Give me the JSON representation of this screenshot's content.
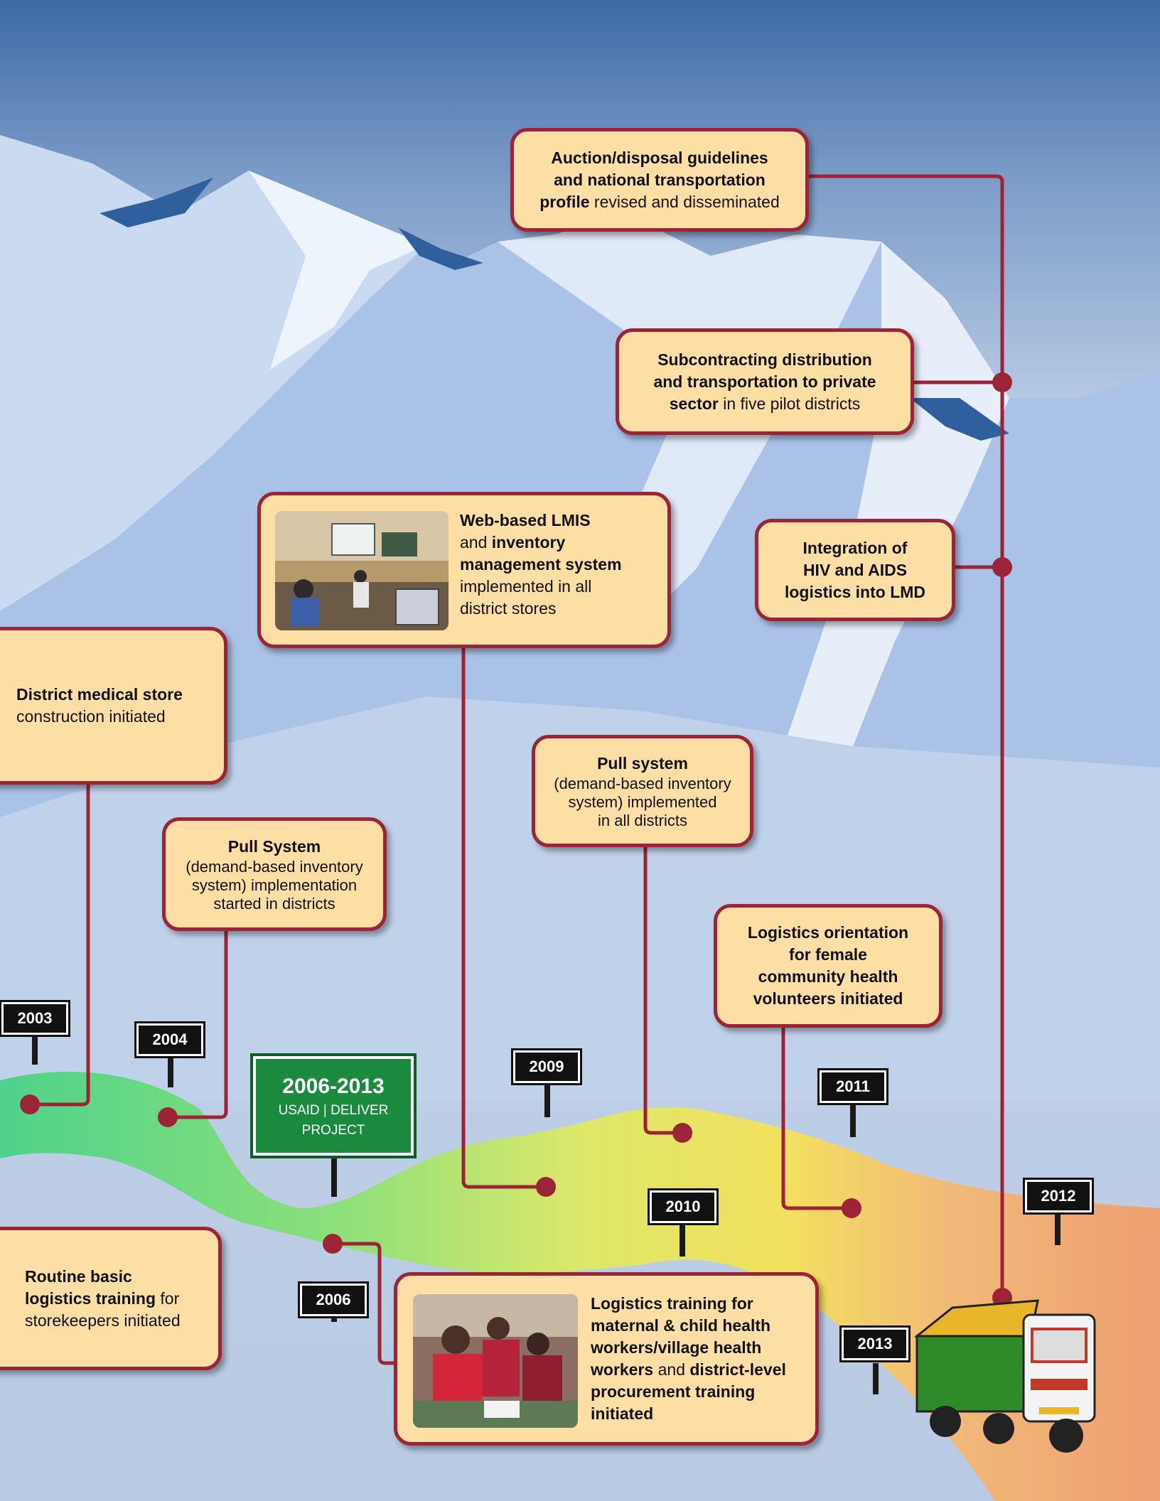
{
  "cards": {
    "auction": {
      "line1": "Auction/disposal guidelines",
      "line2": "and national transportation",
      "bold3": "profile",
      "rest3": " revised and disseminated"
    },
    "subcontract": {
      "line1": "Subcontracting distribution",
      "line2": "and transportation to private",
      "bold3": "sector",
      "rest3": " in five pilot districts"
    },
    "hiv": {
      "line1": "Integration of",
      "line2": "HIV and AIDS",
      "line3": "logistics into LMD"
    },
    "lmis": {
      "bold1": "Web-based LMIS",
      "pre2": "and ",
      "bold2": "inventory",
      "bold3": "management system",
      "line4": "implemented in all",
      "line5": "district stores"
    },
    "district_store": {
      "bold": "District medical store",
      "rest": "construction initiated"
    },
    "pull_districts": {
      "title": "Pull System",
      "line2": "(demand-based inventory",
      "line3": "system) implementation",
      "line4": "started in districts"
    },
    "pull_all": {
      "title": "Pull system",
      "line2": "(demand-based inventory",
      "line3": "system) implemented",
      "line4": "in all districts"
    },
    "female_chv": {
      "line1": "Logistics orientation",
      "line2": "for female",
      "line3": "community health",
      "line4": "volunteers initiated"
    },
    "routine": {
      "bold1": "Routine basic",
      "bold2": "logistics training",
      "rest2": " for",
      "line3": "storekeepers initiated"
    },
    "mch": {
      "bold1": "Logistics training for",
      "bold2": "maternal & child health",
      "bold3": "workers/village health",
      "bold4": "workers",
      "mid4": " and ",
      "bold4b": "district-level",
      "bold5": "procurement training",
      "bold6": "initiated"
    }
  },
  "signs": {
    "y2003": "2003",
    "y2004": "2004",
    "y2006": "2006",
    "y2009": "2009",
    "y2010": "2010",
    "y2011": "2011",
    "y2012": "2012",
    "y2013": "2013"
  },
  "project_sign": {
    "years": "2006-2013",
    "line1": "USAID | DELIVER",
    "line2": "PROJECT"
  },
  "colors": {
    "accent": "#9c2437",
    "card": "#fddfa6",
    "sign": "#111111",
    "project": "#1a8b3e"
  }
}
